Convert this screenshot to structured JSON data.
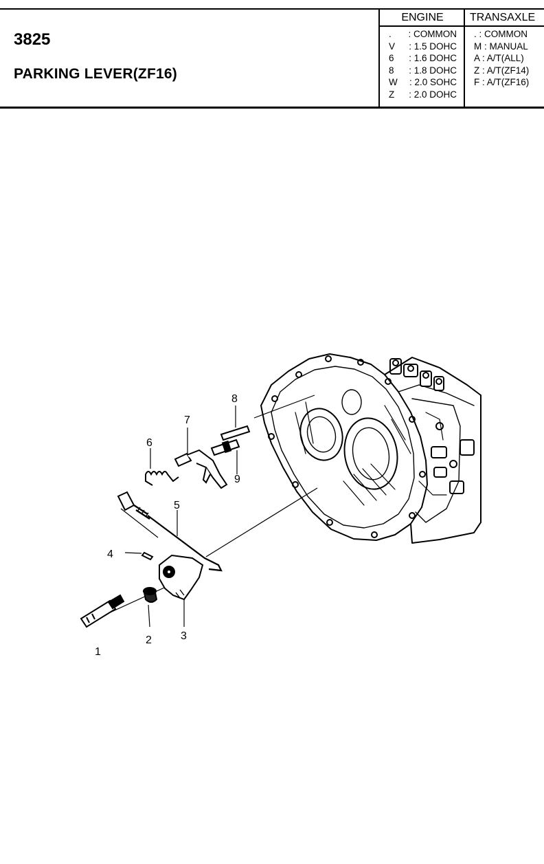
{
  "page": {
    "code": "3825",
    "title": "PARKING LEVER(ZF16)"
  },
  "legend": {
    "engine": {
      "heading": "ENGINE",
      "items": [
        {
          "key": ".",
          "value": ": COMMON"
        },
        {
          "key": "V",
          "value": ": 1.5 DOHC"
        },
        {
          "key": "6",
          "value": ": 1.6 DOHC"
        },
        {
          "key": "8",
          "value": ": 1.8 DOHC"
        },
        {
          "key": "W",
          "value": ": 2.0 SOHC"
        },
        {
          "key": "Z",
          "value": ": 2.0 DOHC"
        }
      ]
    },
    "transaxle": {
      "heading": "TRANSAXLE",
      "items": [
        {
          "key": ".",
          "value": ": COMMON"
        },
        {
          "key": "M",
          "value": ": MANUAL"
        },
        {
          "key": "A",
          "value": ": A/T(ALL)"
        },
        {
          "key": "Z",
          "value": ": A/T(ZF14)"
        },
        {
          "key": "F",
          "value": ": A/T(ZF16)"
        }
      ]
    }
  },
  "diagram": {
    "callouts": [
      "1",
      "2",
      "3",
      "4",
      "5",
      "6",
      "7",
      "8",
      "9"
    ]
  }
}
